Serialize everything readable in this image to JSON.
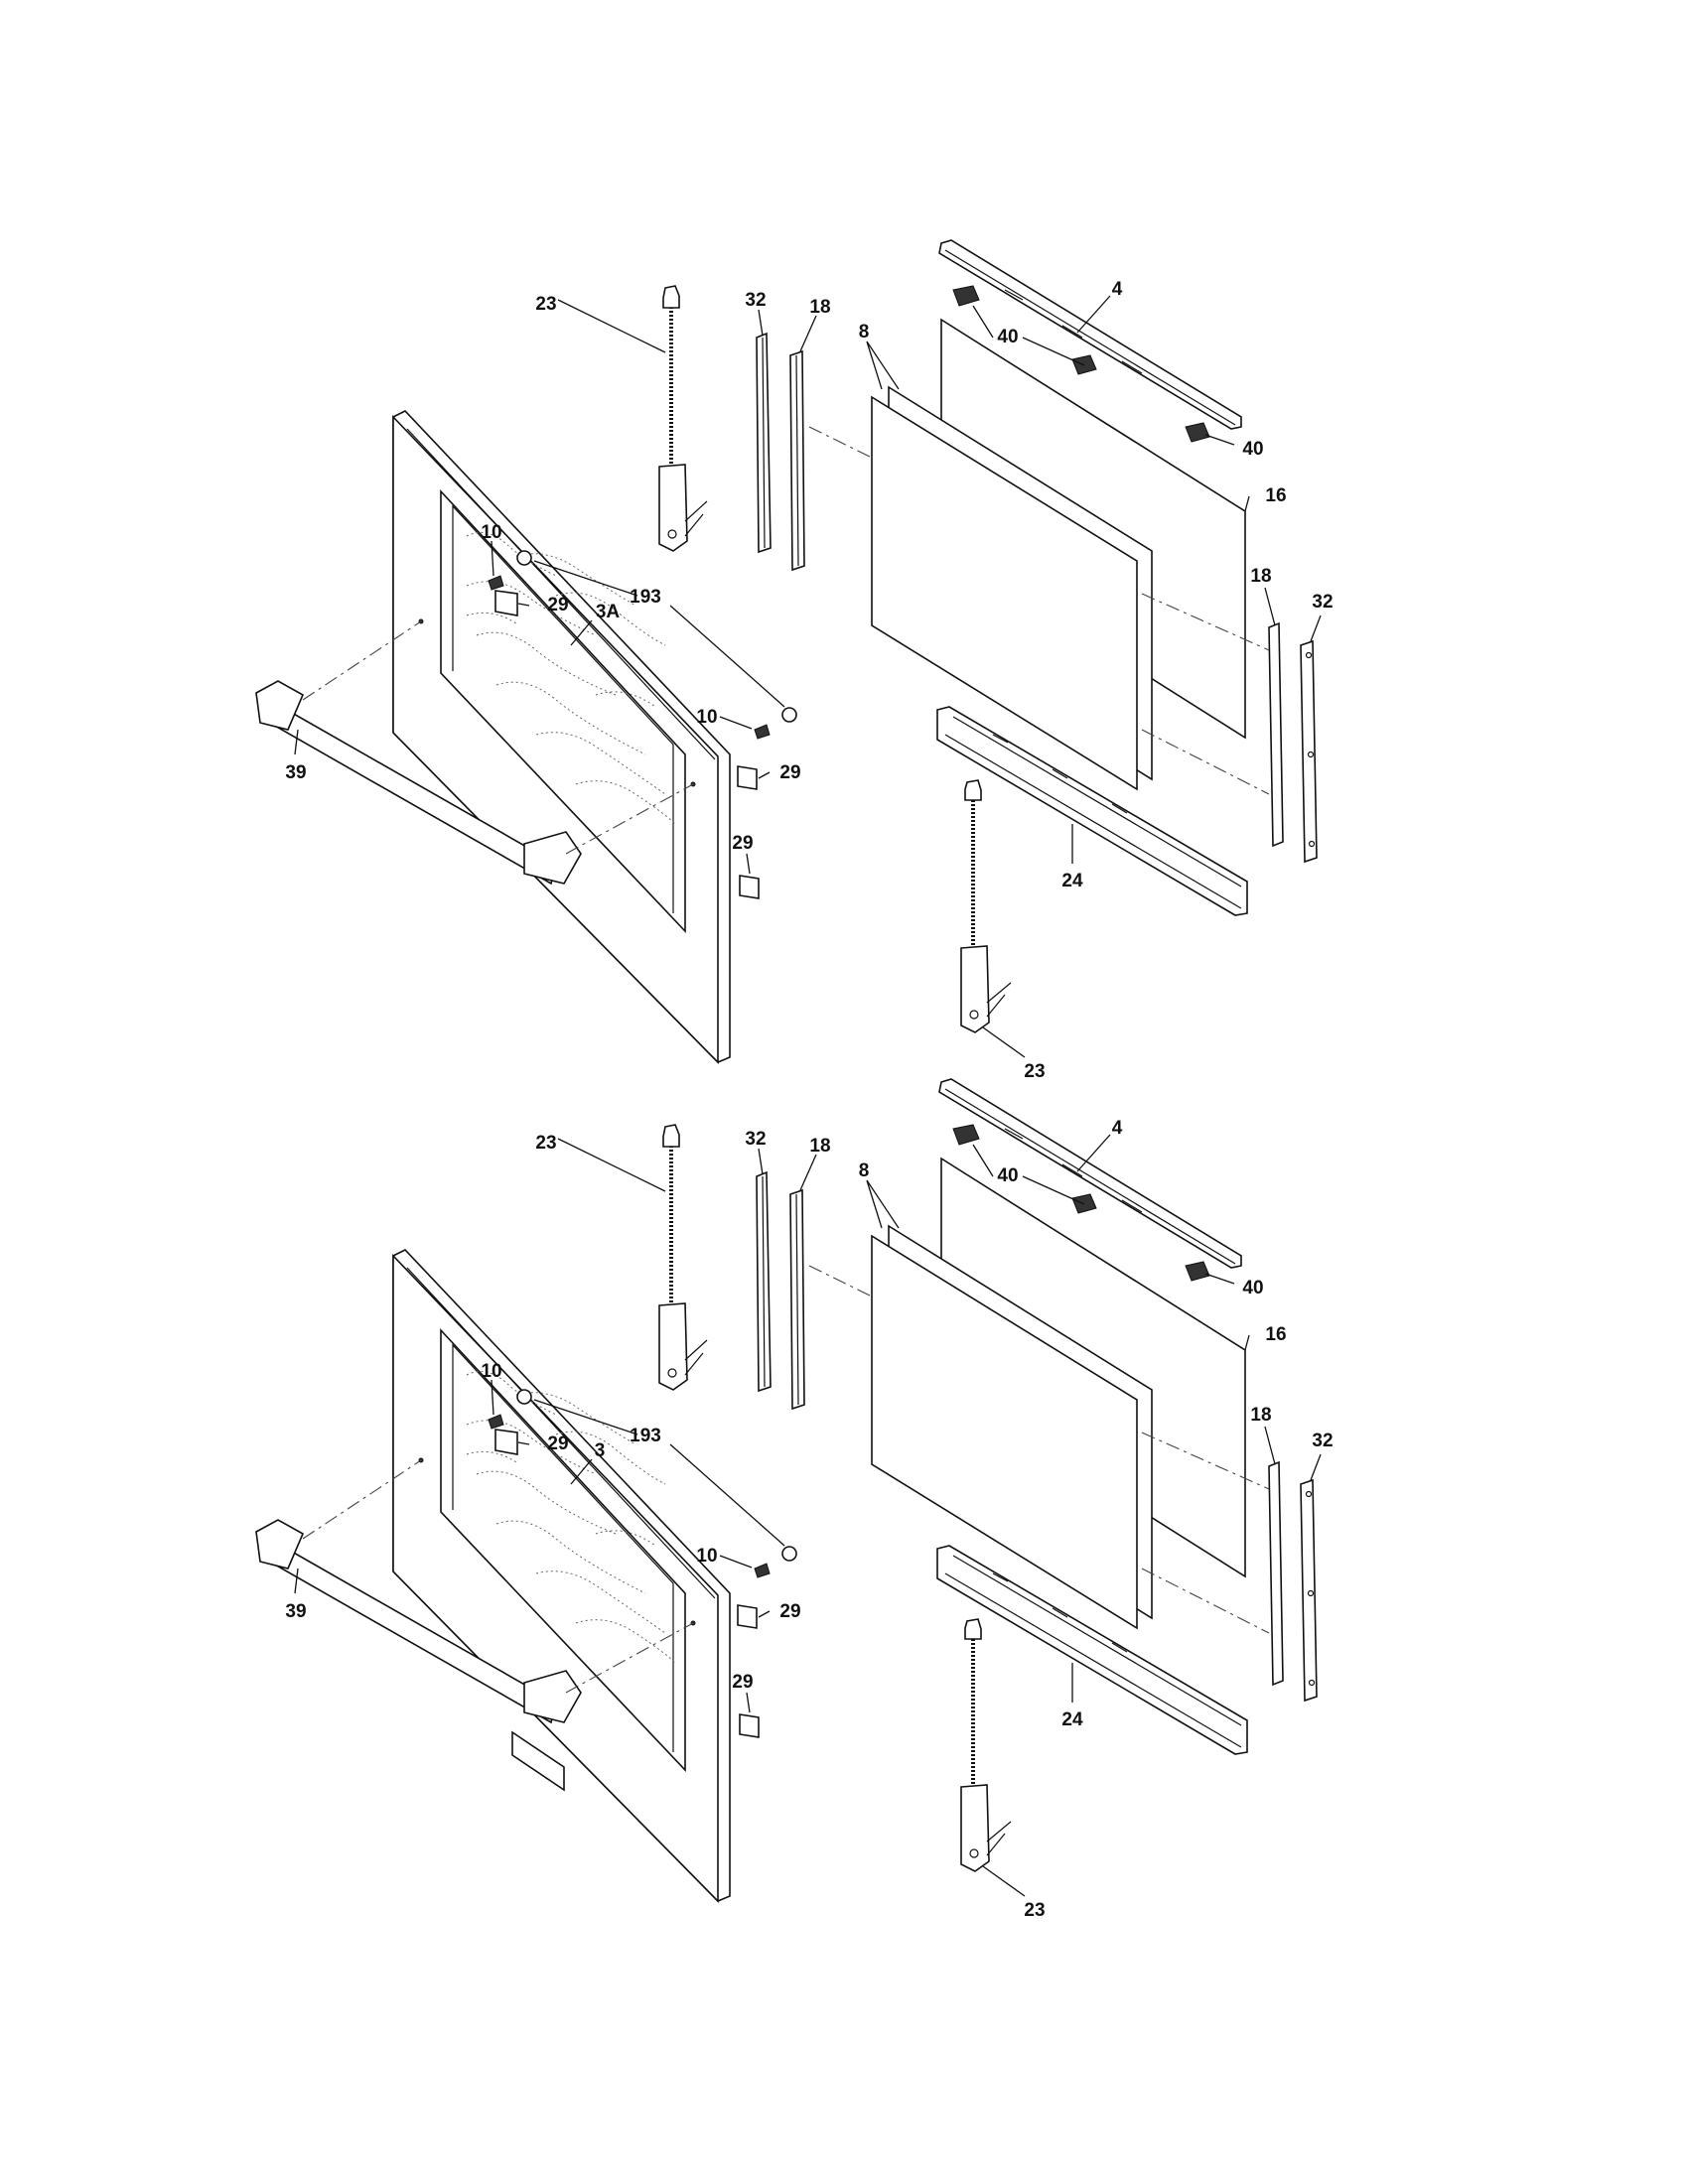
{
  "diagram": {
    "callouts": {
      "top": {
        "c23a": "23",
        "c32a": "32",
        "c18a": "18",
        "c8": "8",
        "c4": "4",
        "c40a": "40",
        "c40b": "40",
        "c16": "16",
        "c10a": "10",
        "c193": "193",
        "c29a": "29",
        "c3A": "3A",
        "c10b": "10",
        "c39": "39",
        "c29b": "29",
        "c29c": "29",
        "c18b": "18",
        "c32b": "32",
        "c24": "24",
        "c23b": "23"
      },
      "bottom": {
        "c23a": "23",
        "c32a": "32",
        "c18a": "18",
        "c8": "8",
        "c4": "4",
        "c40a": "40",
        "c40b": "40",
        "c16": "16",
        "c10a": "10",
        "c193": "193",
        "c29a": "29",
        "c3": "3",
        "c10b": "10",
        "c39": "39",
        "c29b": "29",
        "c29c": "29",
        "c18b": "18",
        "c32b": "32",
        "c24": "24",
        "c23b": "23"
      }
    }
  }
}
